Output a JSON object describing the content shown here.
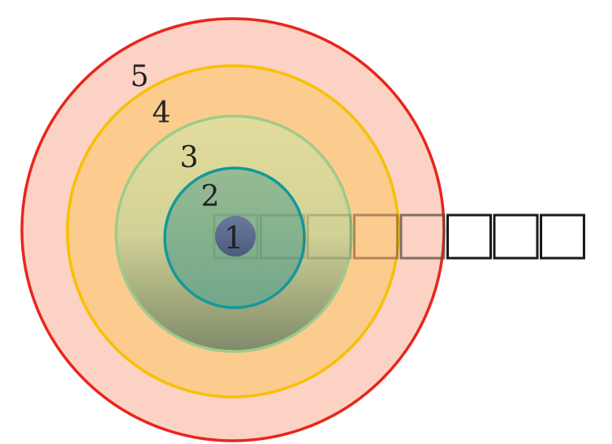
{
  "diagram": {
    "rings": [
      {
        "label": "1",
        "fill": "#5a6a8e",
        "stroke": "none"
      },
      {
        "label": "2",
        "fill": "#8db592",
        "stroke": "#12999a"
      },
      {
        "label": "3",
        "fill": "#dcd89a",
        "stroke": "#9ccc8a"
      },
      {
        "label": "4",
        "fill": "#fccb8e",
        "stroke": "#f7c000"
      },
      {
        "label": "5",
        "fill": "#fcd2c4",
        "stroke": "#e8261c"
      }
    ],
    "square_count": 8
  }
}
